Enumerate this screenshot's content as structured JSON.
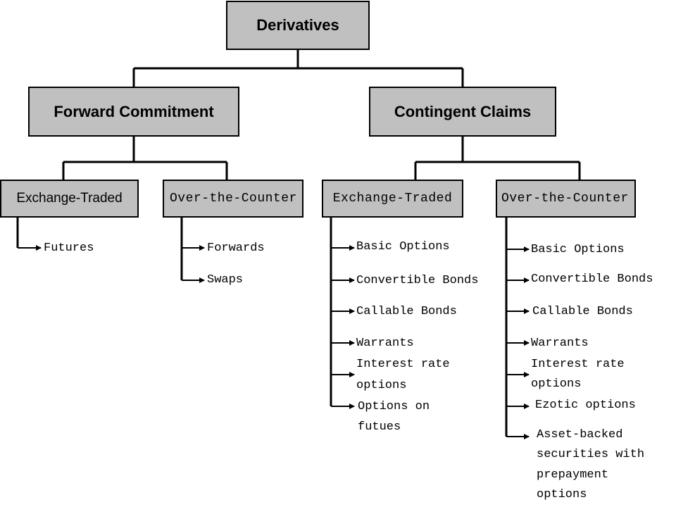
{
  "diagram": {
    "root": "Derivatives",
    "forward_commitment": {
      "title": "Forward Commitment",
      "exchange_traded": {
        "title": "Exchange-Traded",
        "items": [
          "Futures"
        ]
      },
      "otc": {
        "title": "Over-the-Counter",
        "items": [
          "Forwards",
          "Swaps"
        ]
      }
    },
    "contingent_claims": {
      "title": "Contingent Claims",
      "exchange_traded": {
        "title": "Exchange-Traded",
        "items": [
          "Basic Options",
          "Convertible Bonds",
          "Callable Bonds",
          "Warrants",
          "Interest rate",
          "options",
          "Options on",
          "futues"
        ]
      },
      "otc": {
        "title": "Over-the-Counter",
        "items": [
          "Basic Options",
          "Convertible Bonds",
          "Callable Bonds",
          "Warrants",
          "Interest rate",
          "options",
          "Ezotic options",
          "Asset-backed",
          "securities with",
          "prepayment",
          "options"
        ]
      }
    }
  }
}
